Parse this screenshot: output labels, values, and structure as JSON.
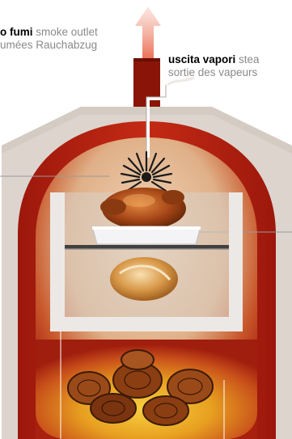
{
  "labels": {
    "smoke": {
      "it": "o fumi",
      "en": "smoke outlet",
      "fr": "umées",
      "de": "Rauchabzug"
    },
    "steam": {
      "it": "uscita vapori",
      "en": "stea",
      "fr": "sortie des vapeurs"
    }
  },
  "colors": {
    "outer_shell": "#e4dcd6",
    "refractory": "#b82010",
    "chamber_top": "#e7c8a8",
    "fire": "#e8a020",
    "tray": "#f2f2f2",
    "arrow": "#f4b8a8"
  },
  "icons": {
    "arrow": "up-arrow-icon",
    "sun": "heat-radiation-icon",
    "chicken": "roast-chicken-icon",
    "bread": "bread-loaf-icon",
    "logs": "firewood-logs-icon"
  }
}
